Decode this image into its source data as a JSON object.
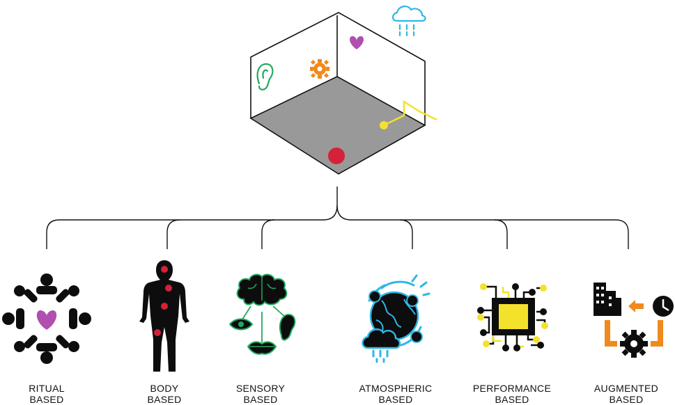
{
  "colors": {
    "line": "#111111",
    "floor": "#999999",
    "red": "#d6213a",
    "purple": "#b04fb0",
    "orange": "#f08a1c",
    "green": "#21a860",
    "yellow": "#f4e12b",
    "cyan": "#2fb6e6",
    "black": "#0d0d0d"
  },
  "cube": {
    "icons": [
      "ear-icon",
      "gear-icon",
      "heart-icon",
      "cloud-rain-icon",
      "circuit-line-icon",
      "red-dot-icon"
    ]
  },
  "categories": [
    {
      "id": "ritual",
      "line1": "RITUAL",
      "line2": "BASED",
      "icon": "people-circle-heart-icon"
    },
    {
      "id": "body",
      "line1": "BODY",
      "line2": "BASED",
      "icon": "human-body-icon"
    },
    {
      "id": "sensory",
      "line1": "SENSORY",
      "line2": "BASED",
      "icon": "brain-senses-icon"
    },
    {
      "id": "atmospheric",
      "line1": "ATMOSPHERIC",
      "line2": "BASED",
      "icon": "globe-cloud-icon"
    },
    {
      "id": "performance",
      "line1": "PERFORMANCE",
      "line2": "BASED",
      "icon": "microchip-icon"
    },
    {
      "id": "augmented",
      "line1": "AUGMENTED",
      "line2": "BASED",
      "icon": "city-clock-gear-icon"
    }
  ]
}
